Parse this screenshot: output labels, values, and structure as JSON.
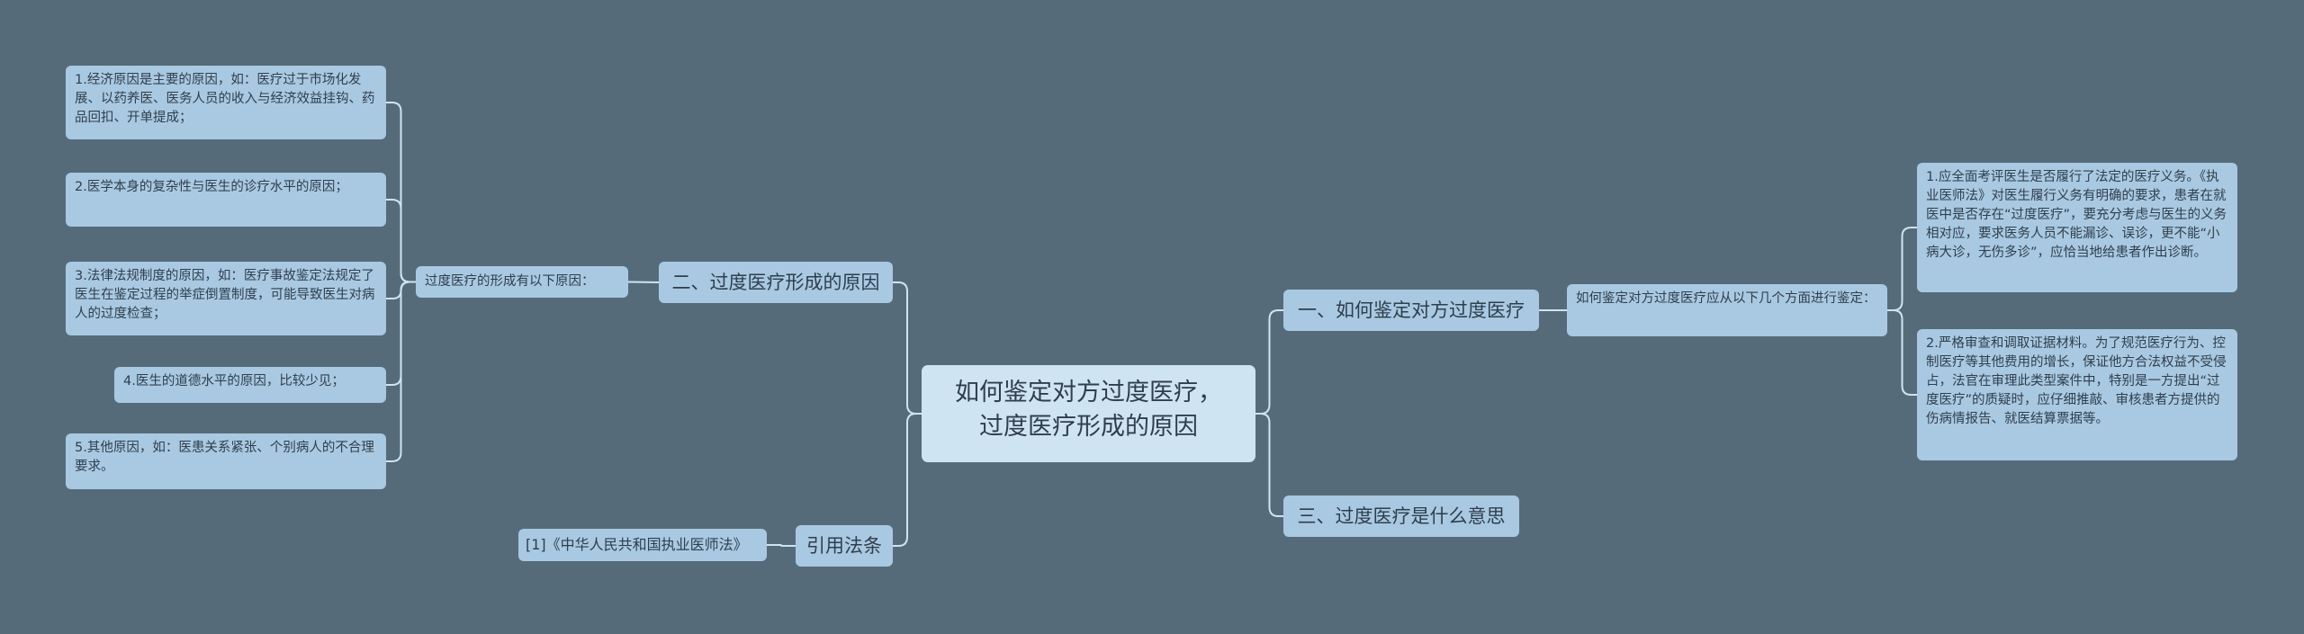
{
  "colors": {
    "background": "#566b7a",
    "node_fill": "#a9c9e2",
    "root_fill": "#cfe4f2",
    "connector": "#cfe4f2",
    "text": "#2f3e4c"
  },
  "root": {
    "label": "如何鉴定对方过度医疗，\n过度医疗形成的原因"
  },
  "branch_two": {
    "label": "二、过度医疗形成的原因",
    "intro": "过度医疗的形成有以下原因：",
    "causes": [
      "1.经济原因是主要的原因，如：医疗过于市场化发展、以药养医、医务人员的收入与经济效益挂钩、药品回扣、开单提成；",
      "2.医学本身的复杂性与医生的诊疗水平的原因；",
      "3.法律法规制度的原因，如：医疗事故鉴定法规定了医生在鉴定过程的举症倒置制度，可能导致医生对病人的过度检查；",
      "4.医生的道德水平的原因，比较少见；",
      "5.其他原因，如：医患关系紧张、个别病人的不合理要求。"
    ]
  },
  "branch_law": {
    "label": "引用法条",
    "refs": [
      "[1]《中华人民共和国执业医师法》"
    ]
  },
  "branch_one": {
    "label": "一、如何鉴定对方过度医疗",
    "intro": "如何鉴定对方过度医疗应从以下几个方面进行鉴定：",
    "aspects": [
      "1.应全面考评医生是否履行了法定的医疗义务。《执业医师法》对医生履行义务有明确的要求，患者在就医中是否存在“过度医疗”，要充分考虑与医生的义务相对应，要求医务人员不能漏诊、误诊，更不能“小病大诊，无伤多诊”，应恰当地给患者作出诊断。",
      "2.严格审查和调取证据材料。为了规范医疗行为、控制医疗等其他费用的增长，保证他方合法权益不受侵占，法官在审理此类型案件中，特别是一方提出“过度医疗”的质疑时，应仔细推敲、审核患者方提供的伤病情报告、就医结算票据等。"
    ]
  },
  "branch_three": {
    "label": "三、过度医疗是什么意思"
  }
}
